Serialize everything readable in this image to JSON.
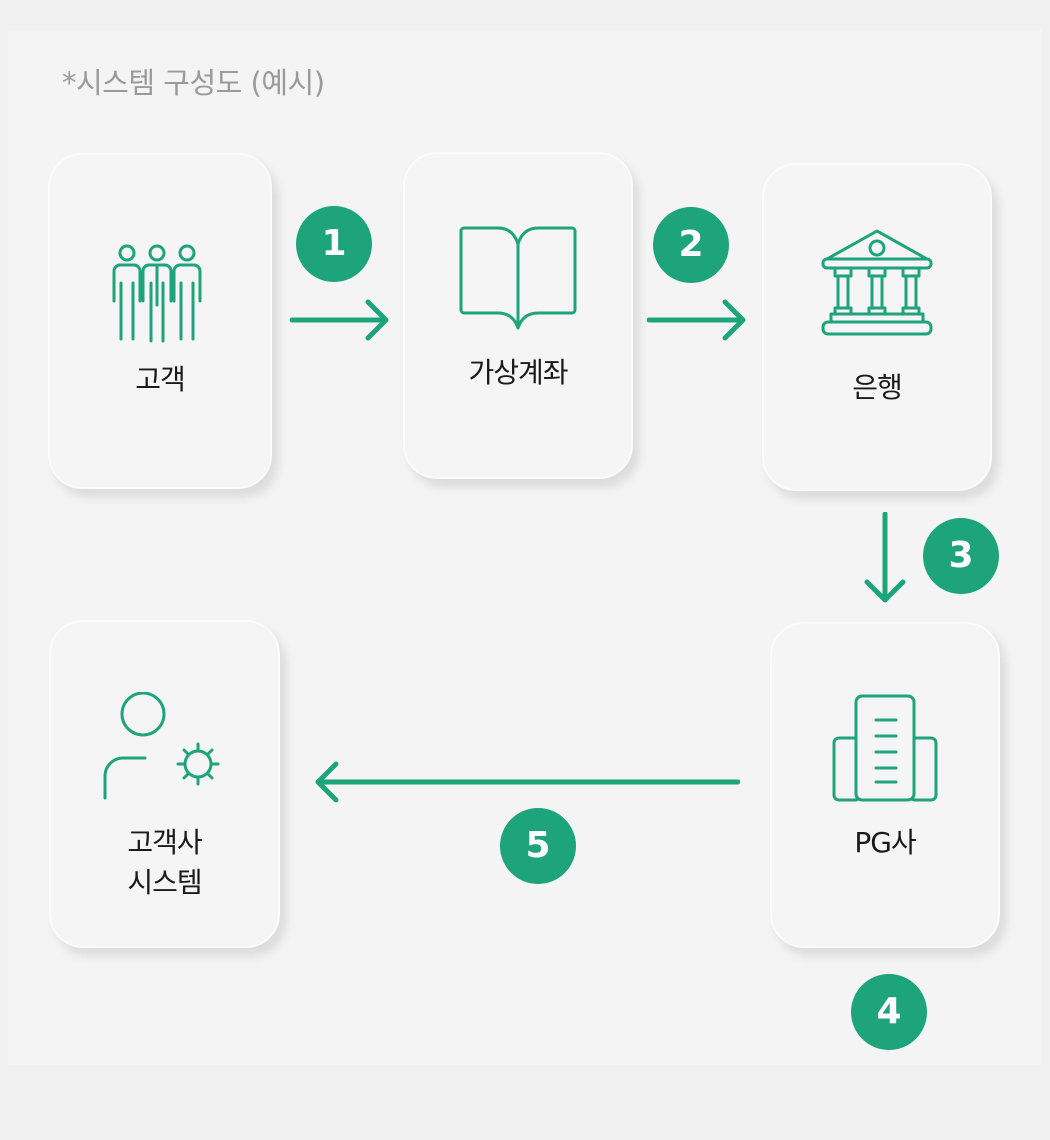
{
  "title": "*시스템 구성도 (예시)",
  "colors": {
    "accent": "#1ea47a",
    "card": "#f6f5f6",
    "background": "#f4f4f4"
  },
  "nodes": [
    {
      "label": "고객",
      "icon": "people-group-icon"
    },
    {
      "label": "가상계좌",
      "icon": "open-book-icon"
    },
    {
      "label": "은행",
      "icon": "bank-icon"
    },
    {
      "label": "PG사",
      "icon": "building-icon"
    },
    {
      "label_line1": "고객사",
      "label_line2": "시스템",
      "icon": "user-gear-icon"
    }
  ],
  "steps": [
    "1",
    "2",
    "3",
    "4",
    "5"
  ]
}
